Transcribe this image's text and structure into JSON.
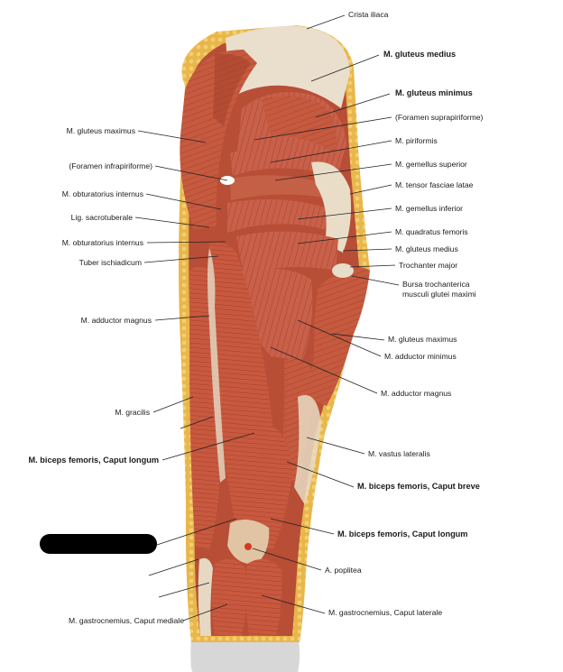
{
  "labels_right": [
    {
      "id": "crista-iliaca",
      "text": "Crista iliaca",
      "bold": false
    },
    {
      "id": "gluteus-medius",
      "text": "M. gluteus medius",
      "bold": true
    },
    {
      "id": "gluteus-minimus",
      "text": "M. gluteus minimus",
      "bold": true
    },
    {
      "id": "foramen-suprapiriforme",
      "text": "(Foramen suprapiriforme)",
      "bold": false
    },
    {
      "id": "piriformis",
      "text": "M. piriformis",
      "bold": false
    },
    {
      "id": "gemellus-superior",
      "text": "M. gemellus superior",
      "bold": false
    },
    {
      "id": "tensor-fasciae-latae",
      "text": "M. tensor fasciae latae",
      "bold": false
    },
    {
      "id": "gemellus-inferior",
      "text": "M. gemellus inferior",
      "bold": false
    },
    {
      "id": "quadratus-femoris",
      "text": "M. quadratus femoris",
      "bold": false
    },
    {
      "id": "gluteus-medius-2",
      "text": "M. gluteus medius",
      "bold": false
    },
    {
      "id": "trochanter-major",
      "text": "Trochanter major",
      "bold": false
    },
    {
      "id": "bursa-1",
      "text": "Bursa trochanterica",
      "bold": false
    },
    {
      "id": "bursa-2",
      "text": "musculi glutei maximi",
      "bold": false
    },
    {
      "id": "gluteus-maximus-r",
      "text": "M. gluteus maximus",
      "bold": false
    },
    {
      "id": "adductor-minimus",
      "text": "M. adductor minimus",
      "bold": false
    },
    {
      "id": "adductor-magnus-r",
      "text": "M. adductor magnus",
      "bold": false
    },
    {
      "id": "vastus-lateralis",
      "text": "M. vastus lateralis",
      "bold": false
    },
    {
      "id": "biceps-breve",
      "text": "M. biceps femoris, Caput breve",
      "bold": true
    },
    {
      "id": "biceps-longum-r",
      "text": "M. biceps femoris, Caput longum",
      "bold": true
    },
    {
      "id": "a-poplitea",
      "text": "A. poplitea",
      "bold": false
    },
    {
      "id": "gastro-laterale",
      "text": "M. gastrocnemius, Caput laterale",
      "bold": false
    }
  ],
  "labels_left": [
    {
      "id": "gluteus-maximus-l",
      "text": "M. gluteus maximus",
      "bold": false
    },
    {
      "id": "foramen-infrapiriforme",
      "text": "(Foramen infrapiriforme)",
      "bold": false
    },
    {
      "id": "obturatorius-internus-1",
      "text": "M. obturatorius internus",
      "bold": false
    },
    {
      "id": "lig-sacrotuberale",
      "text": "Lig. sacrotuberale",
      "bold": false
    },
    {
      "id": "obturatorius-internus-2",
      "text": "M. obturatorius internus",
      "bold": false
    },
    {
      "id": "tuber-ischiadicum",
      "text": "Tuber ischiadicum",
      "bold": false
    },
    {
      "id": "adductor-magnus-l",
      "text": "M. adductor magnus",
      "bold": false
    },
    {
      "id": "gracilis",
      "text": "M. gracilis",
      "bold": false
    },
    {
      "id": "biceps-longum-l",
      "text": "M. biceps femoris, Caput longum",
      "bold": true
    },
    {
      "id": "gastro-mediale",
      "text": "M. gastrocnemius, Caput mediale",
      "bold": false
    }
  ],
  "colors": {
    "muscle": "#c65a3f",
    "muscle_dark": "#9d3b28",
    "muscle_light": "#df8a6a",
    "tendon": "#e9ddc8",
    "fat": "#e8b64a",
    "skin": "#f1d9b8",
    "redaction": "#000000"
  }
}
